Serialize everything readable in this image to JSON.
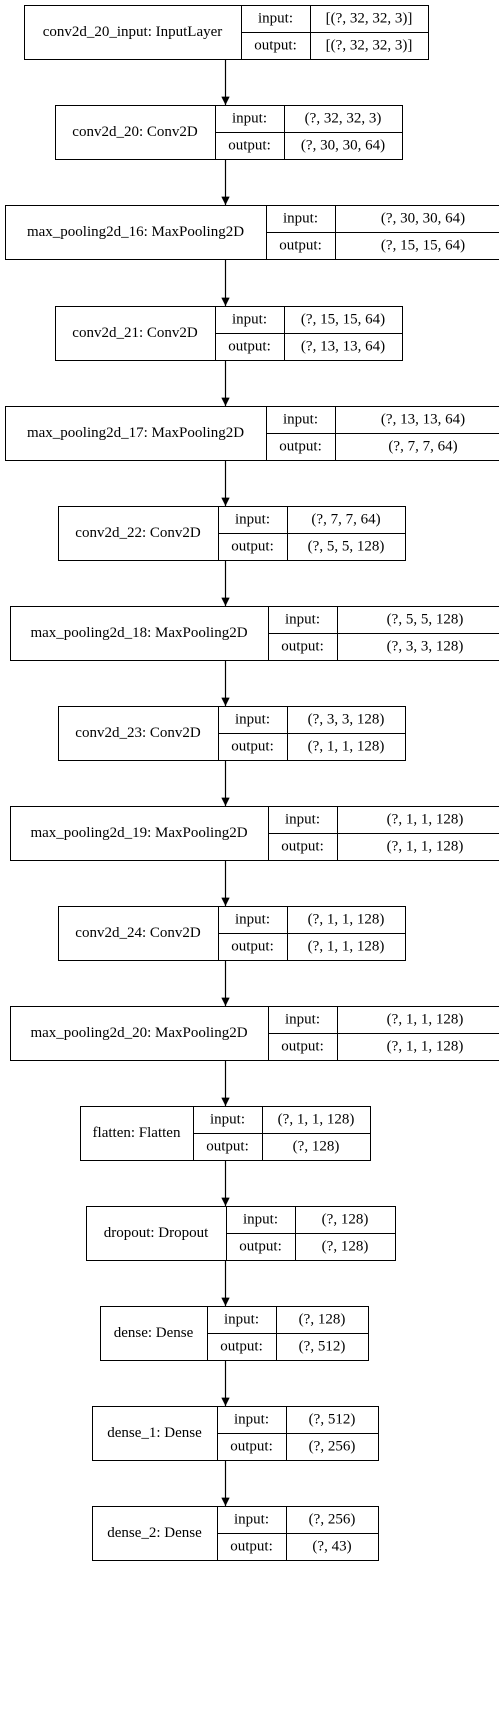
{
  "diagram": {
    "layers": [
      {
        "name": "conv2d_20_input: InputLayer",
        "input_label": "input:",
        "input_shape": "[(?, 32, 32, 3)]",
        "output_label": "output:",
        "output_shape": "[(?, 32, 32, 3)]"
      },
      {
        "name": "conv2d_20: Conv2D",
        "input_label": "input:",
        "input_shape": "(?, 32, 32, 3)",
        "output_label": "output:",
        "output_shape": "(?, 30, 30, 64)"
      },
      {
        "name": "max_pooling2d_16: MaxPooling2D",
        "input_label": "input:",
        "input_shape": "(?, 30, 30, 64)",
        "output_label": "output:",
        "output_shape": "(?, 15, 15, 64)"
      },
      {
        "name": "conv2d_21: Conv2D",
        "input_label": "input:",
        "input_shape": "(?, 15, 15, 64)",
        "output_label": "output:",
        "output_shape": "(?, 13, 13, 64)"
      },
      {
        "name": "max_pooling2d_17: MaxPooling2D",
        "input_label": "input:",
        "input_shape": "(?, 13, 13, 64)",
        "output_label": "output:",
        "output_shape": "(?, 7, 7, 64)"
      },
      {
        "name": "conv2d_22: Conv2D",
        "input_label": "input:",
        "input_shape": "(?, 7, 7, 64)",
        "output_label": "output:",
        "output_shape": "(?, 5, 5, 128)"
      },
      {
        "name": "max_pooling2d_18: MaxPooling2D",
        "input_label": "input:",
        "input_shape": "(?, 5, 5, 128)",
        "output_label": "output:",
        "output_shape": "(?, 3, 3, 128)"
      },
      {
        "name": "conv2d_23: Conv2D",
        "input_label": "input:",
        "input_shape": "(?, 3, 3, 128)",
        "output_label": "output:",
        "output_shape": "(?, 1, 1, 128)"
      },
      {
        "name": "max_pooling2d_19: MaxPooling2D",
        "input_label": "input:",
        "input_shape": "(?, 1, 1, 128)",
        "output_label": "output:",
        "output_shape": "(?, 1, 1, 128)"
      },
      {
        "name": "conv2d_24: Conv2D",
        "input_label": "input:",
        "input_shape": "(?, 1, 1, 128)",
        "output_label": "output:",
        "output_shape": "(?, 1, 1, 128)"
      },
      {
        "name": "max_pooling2d_20: MaxPooling2D",
        "input_label": "input:",
        "input_shape": "(?, 1, 1, 128)",
        "output_label": "output:",
        "output_shape": "(?, 1, 1, 128)"
      },
      {
        "name": "flatten: Flatten",
        "input_label": "input:",
        "input_shape": "(?, 1, 1, 128)",
        "output_label": "output:",
        "output_shape": "(?, 128)"
      },
      {
        "name": "dropout: Dropout",
        "input_label": "input:",
        "input_shape": "(?, 128)",
        "output_label": "output:",
        "output_shape": "(?, 128)"
      },
      {
        "name": "dense: Dense",
        "input_label": "input:",
        "input_shape": "(?, 128)",
        "output_label": "output:",
        "output_shape": "(?, 512)"
      },
      {
        "name": "dense_1: Dense",
        "input_label": "input:",
        "input_shape": "(?, 512)",
        "output_label": "output:",
        "output_shape": "(?, 256)"
      },
      {
        "name": "dense_2: Dense",
        "input_label": "input:",
        "input_shape": "(?, 256)",
        "output_label": "output:",
        "output_shape": "(?, 43)"
      }
    ]
  }
}
